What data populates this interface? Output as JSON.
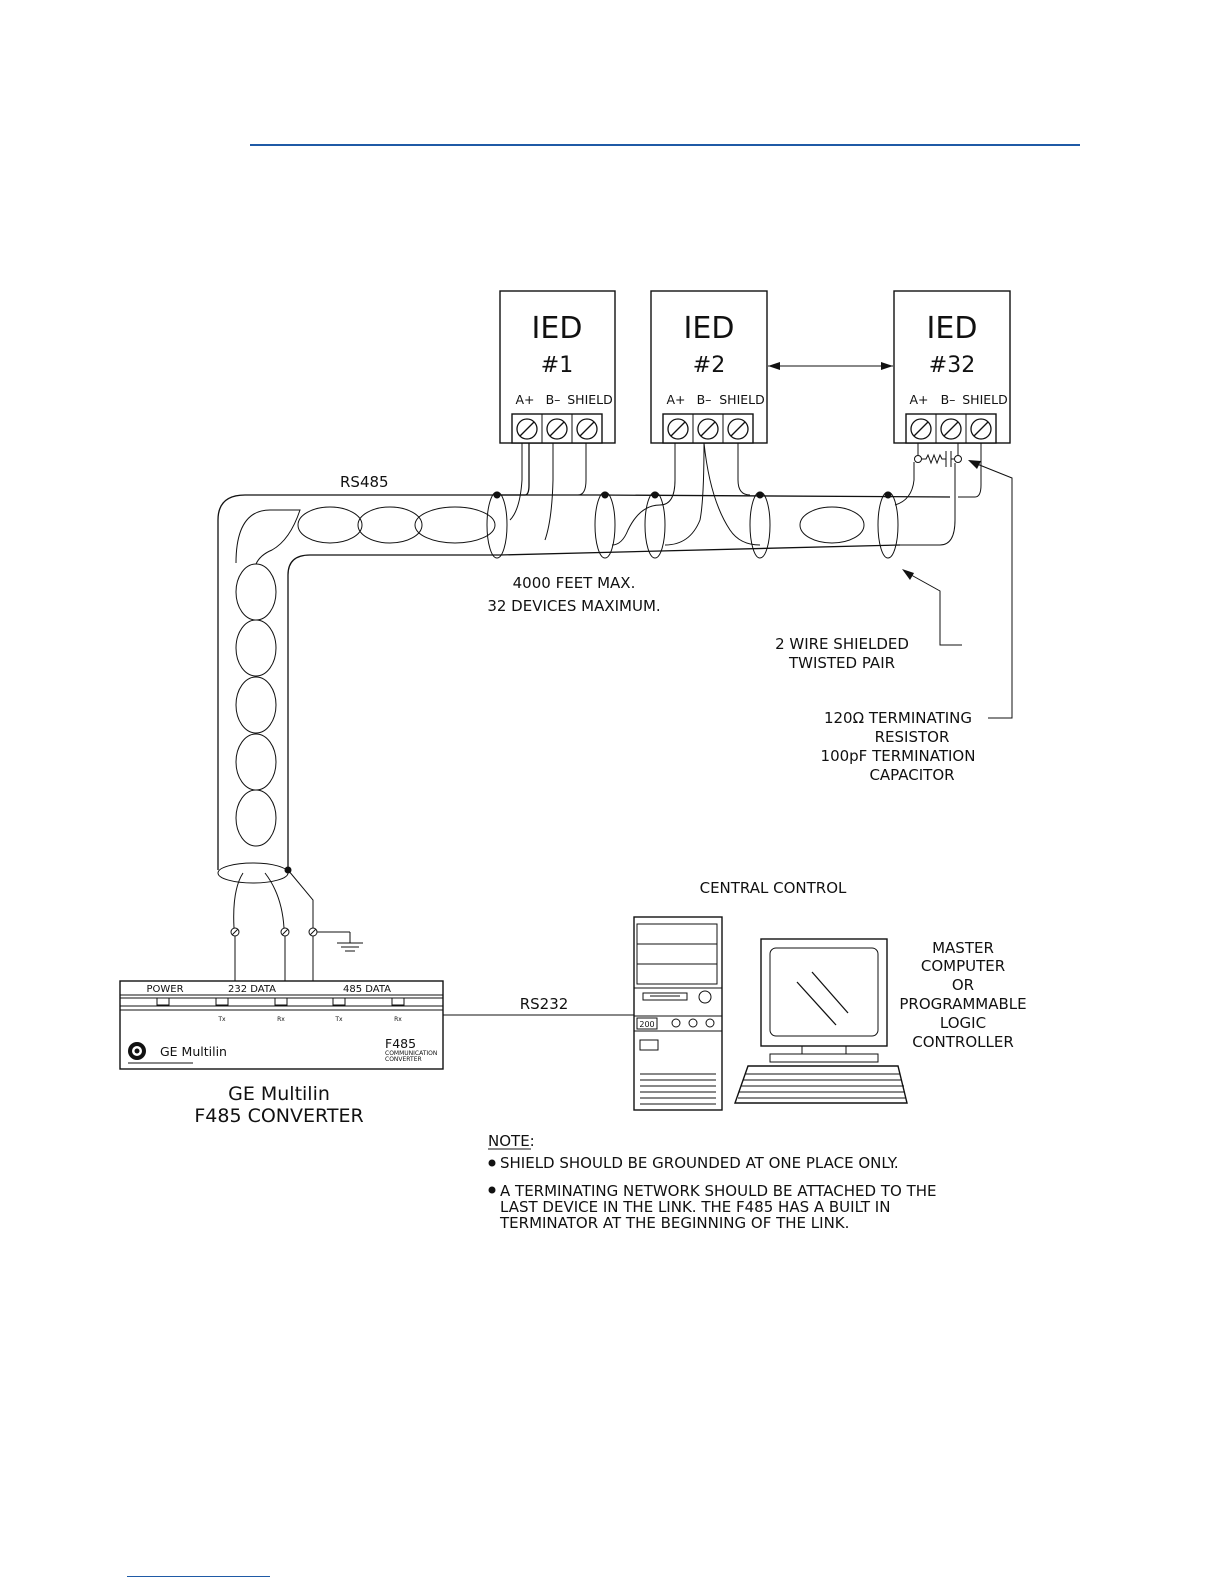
{
  "ied_devices": [
    {
      "name": "IED",
      "number": "#1"
    },
    {
      "name": "IED",
      "number": "#2"
    },
    {
      "name": "IED",
      "number": "#32"
    }
  ],
  "terminal_labels": {
    "a": "A+",
    "b": "B–",
    "shield": "SHIELD"
  },
  "labels": {
    "rs485": "RS485",
    "rs232": "RS232",
    "length_max": "4000 FEET MAX.",
    "devices_max": "32 DEVICES MAXIMUM.",
    "cable_line1": "2 WIRE SHIELDED",
    "cable_line2": "TWISTED PAIR",
    "term_line1": "120Ω TERMINATING",
    "term_line2": "RESISTOR",
    "term_line3": "100pF TERMINATION",
    "term_line4": "CAPACITOR",
    "central_control": "CENTRAL CONTROL",
    "master_line1": "MASTER",
    "master_line2": "COMPUTER",
    "master_line3": "OR",
    "master_line4": "PROGRAMMABLE",
    "master_line5": "LOGIC",
    "master_line6": "CONTROLLER"
  },
  "converter": {
    "power": "POWER",
    "data232": "232 DATA",
    "data485": "485 DATA",
    "tx": "Tx",
    "rx": "Rx",
    "brand": "GE Multilin",
    "model": "F485",
    "sub1": "COMMUNICATION",
    "sub2": "CONVERTER",
    "caption_line1": "GE Multilin",
    "caption_line2": "F485 CONVERTER"
  },
  "pc": {
    "badge": "200"
  },
  "note": {
    "title": "NOTE:",
    "bullet1": "SHIELD SHOULD BE GROUNDED AT ONE PLACE ONLY.",
    "bullet2_line1": "A TERMINATING NETWORK SHOULD BE ATTACHED TO THE",
    "bullet2_line2": "LAST DEVICE IN THE LINK. THE F485 HAS A BUILT IN",
    "bullet2_line3": "TERMINATOR AT THE BEGINNING OF THE LINK."
  }
}
